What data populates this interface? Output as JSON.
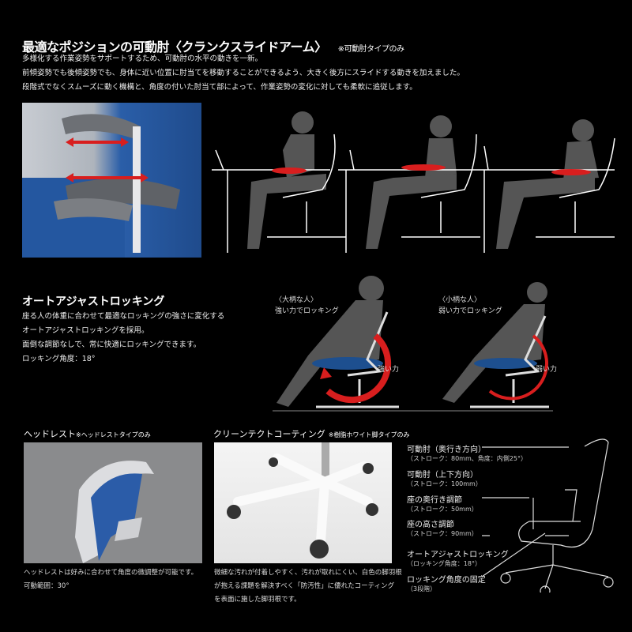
{
  "crank_arm": {
    "title": "最適なポジションの可動肘〈クランクスライドアーム〉",
    "note": "※可動肘タイプのみ",
    "lines": [
      "多様化する作業姿勢をサポートするため、可動肘の水平の動きを一新。",
      "前傾姿勢でも後傾姿勢でも、身体に近い位置に肘当てを移動することができるよう、大きく後方にスライドする動きを加えました。",
      "段階式でなくスムーズに動く機構と、角度の付いた肘当て部によって、作業姿勢の変化に対しても柔軟に追従します。"
    ]
  },
  "auto_rocking": {
    "title": "オートアジャストロッキング",
    "lines": [
      "座る人の体重に合わせて最適なロッキングの強さに変化する",
      "オートアジャストロッキングを採用。",
      "面倒な調節なしで、常に快適にロッキングできます。",
      "ロッキング角度：18°"
    ],
    "large": {
      "label": "〈大柄な人〉",
      "desc": "強い力でロッキング",
      "force": "強い力"
    },
    "small": {
      "label": "〈小柄な人〉",
      "desc": "弱い力でロッキング",
      "force": "弱い力"
    }
  },
  "headrest": {
    "title": "ヘッドレスト",
    "note": "※ヘッドレストタイプのみ",
    "lines": [
      "ヘッドレストは好みに合わせて角度の微調整が可能です。",
      "可動範囲：30°"
    ]
  },
  "coating": {
    "title": "クリーンテクトコーティング",
    "note": "※樹脂ホワイト脚タイプのみ",
    "lines": [
      "微細な汚れが付着しやすく、汚れが取れにくい、白色の脚羽根",
      "が抱える課題を解決すべく「防汚性」に優れたコーティング",
      "を表面に施した脚羽根です。"
    ]
  },
  "features": [
    {
      "label": "可動肘（奥行き方向）",
      "sub": "（ストローク：80mm、角度：内側25°）"
    },
    {
      "label": "可動肘（上下方向）",
      "sub": "（ストローク：100mm）"
    },
    {
      "label": "座の奥行き調節",
      "sub": "（ストローク：50mm）"
    },
    {
      "label": "座の高さ調節",
      "sub": "（ストローク：90mm）"
    },
    {
      "label": "オートアジャストロッキング",
      "sub": "（ロッキング角度：18°）"
    },
    {
      "label": "ロッキング角度の固定",
      "sub": "（3段階）"
    }
  ],
  "colors": {
    "accent": "#d81e1e",
    "seat_blue": "#1d4f8f"
  }
}
